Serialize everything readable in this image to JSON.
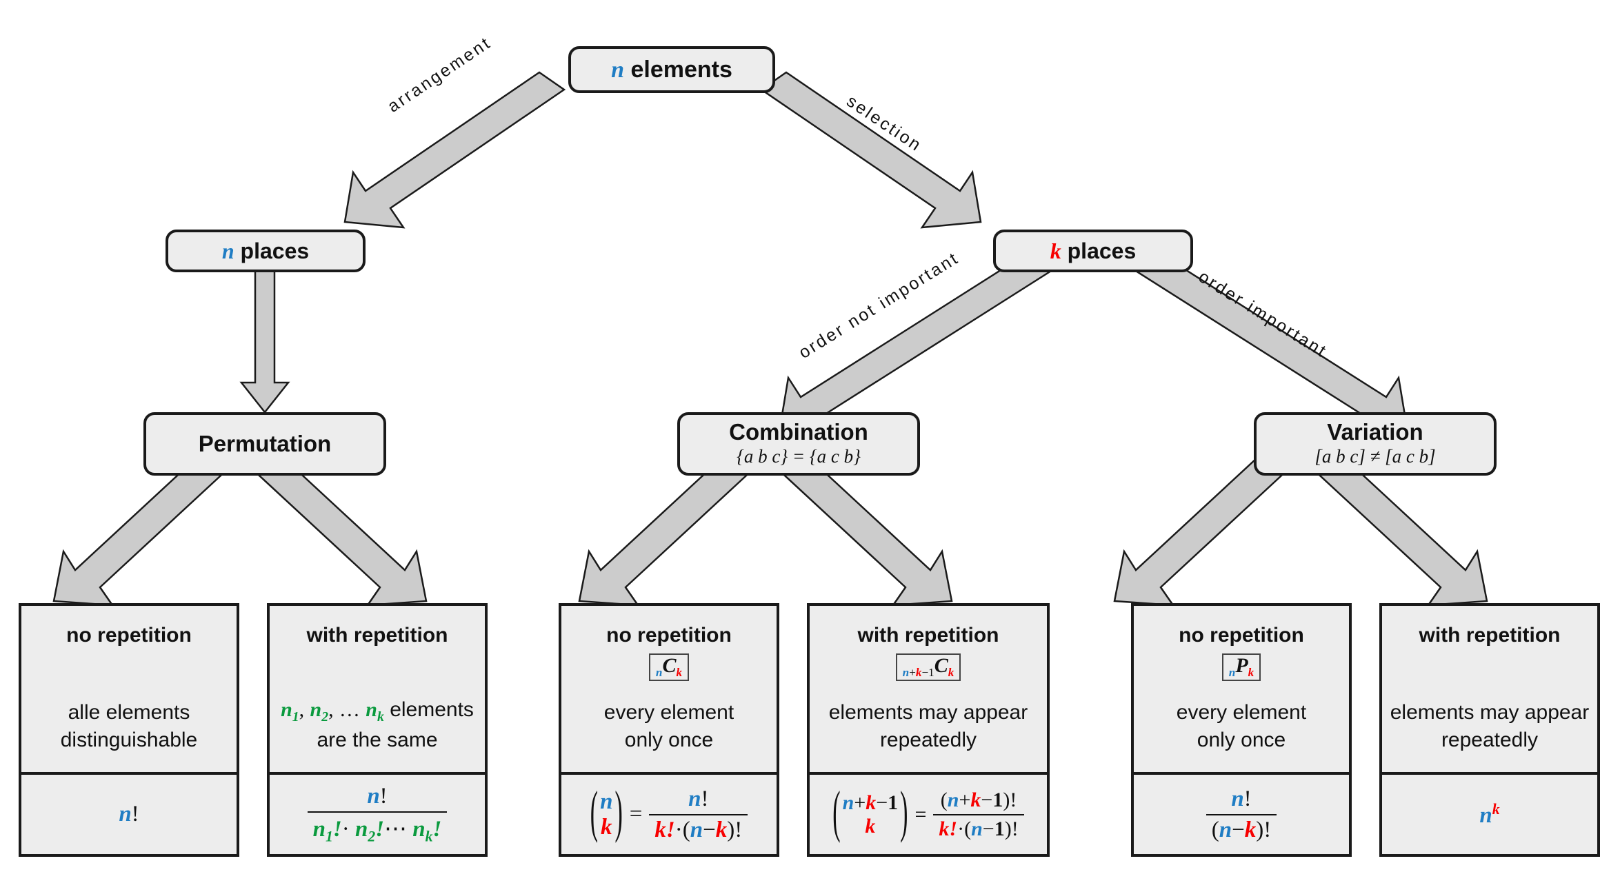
{
  "diagram": {
    "title": "Combinatorics decision tree",
    "colors": {
      "n": "#1f7dc4",
      "k": "#f70000",
      "green": "#0a9a3e",
      "node_fill": "#ededed",
      "node_border": "#1a1a1a",
      "arrow_fill": "#cccccc"
    }
  },
  "root": {
    "var": "n",
    "label": "elements"
  },
  "edges": {
    "arrangement": "arrangement",
    "selection": "selection",
    "order_not_important": "order not important",
    "order_important": "order important"
  },
  "level2": {
    "left": {
      "var": "n",
      "label": "places"
    },
    "right": {
      "var": "k",
      "label": "places"
    }
  },
  "level3": [
    {
      "title": "Permutation",
      "sub": ""
    },
    {
      "title": "Combination",
      "sub": "{a b c} = {a c b}"
    },
    {
      "title": "Variation",
      "sub": "[a b c] ≠ [a c b]"
    }
  ],
  "leaves": [
    {
      "header": "no repetition",
      "notation": "",
      "desc_line1": "alle elements",
      "desc_line2": "distinguishable",
      "formula_text": "n!"
    },
    {
      "header": "with repetition",
      "notation": "",
      "desc_line1": "n₁, n₂, … nₖ elements",
      "desc_line2": "are the same",
      "formula_text": "n! / (n₁! · n₂! ⋯ nₖ!)"
    },
    {
      "header": "no repetition",
      "notation": "nCk",
      "desc_line1": "every element",
      "desc_line2": "only once",
      "formula_text": "(n over k) = n! / (k! · (n − k)!)"
    },
    {
      "header": "with repetition",
      "notation": "n+k-1Ck",
      "desc_line1": "elements may appear",
      "desc_line2": "repeatedly",
      "formula_text": "(n + k − 1 over k) = (n + k − 1)! / (k! · (n − 1)!)"
    },
    {
      "header": "no repetition",
      "notation": "nPk",
      "desc_line1": "every element",
      "desc_line2": "only once",
      "formula_text": "n! / (n − k)!"
    },
    {
      "header": "with repetition",
      "notation": "",
      "desc_line1": "elements may appear",
      "desc_line2": "repeatedly",
      "formula_text": "n^k"
    }
  ],
  "symbols": {
    "n": "n",
    "k": "k",
    "one": "1",
    "C": "C",
    "P": "P",
    "plus": "+",
    "minus": "−",
    "minus_small": "−",
    "bang": "!",
    "dot": "·",
    "ellipsis": "⋯",
    "comma": ",",
    "eq": "=",
    "lpar": "(",
    "rpar": ")",
    "n1": "n",
    "n2": "n",
    "nk": "n",
    "s1": "1",
    "s2": "2",
    "sk": "k",
    "elements_word": "elements",
    "are_the_same": "are the same"
  }
}
